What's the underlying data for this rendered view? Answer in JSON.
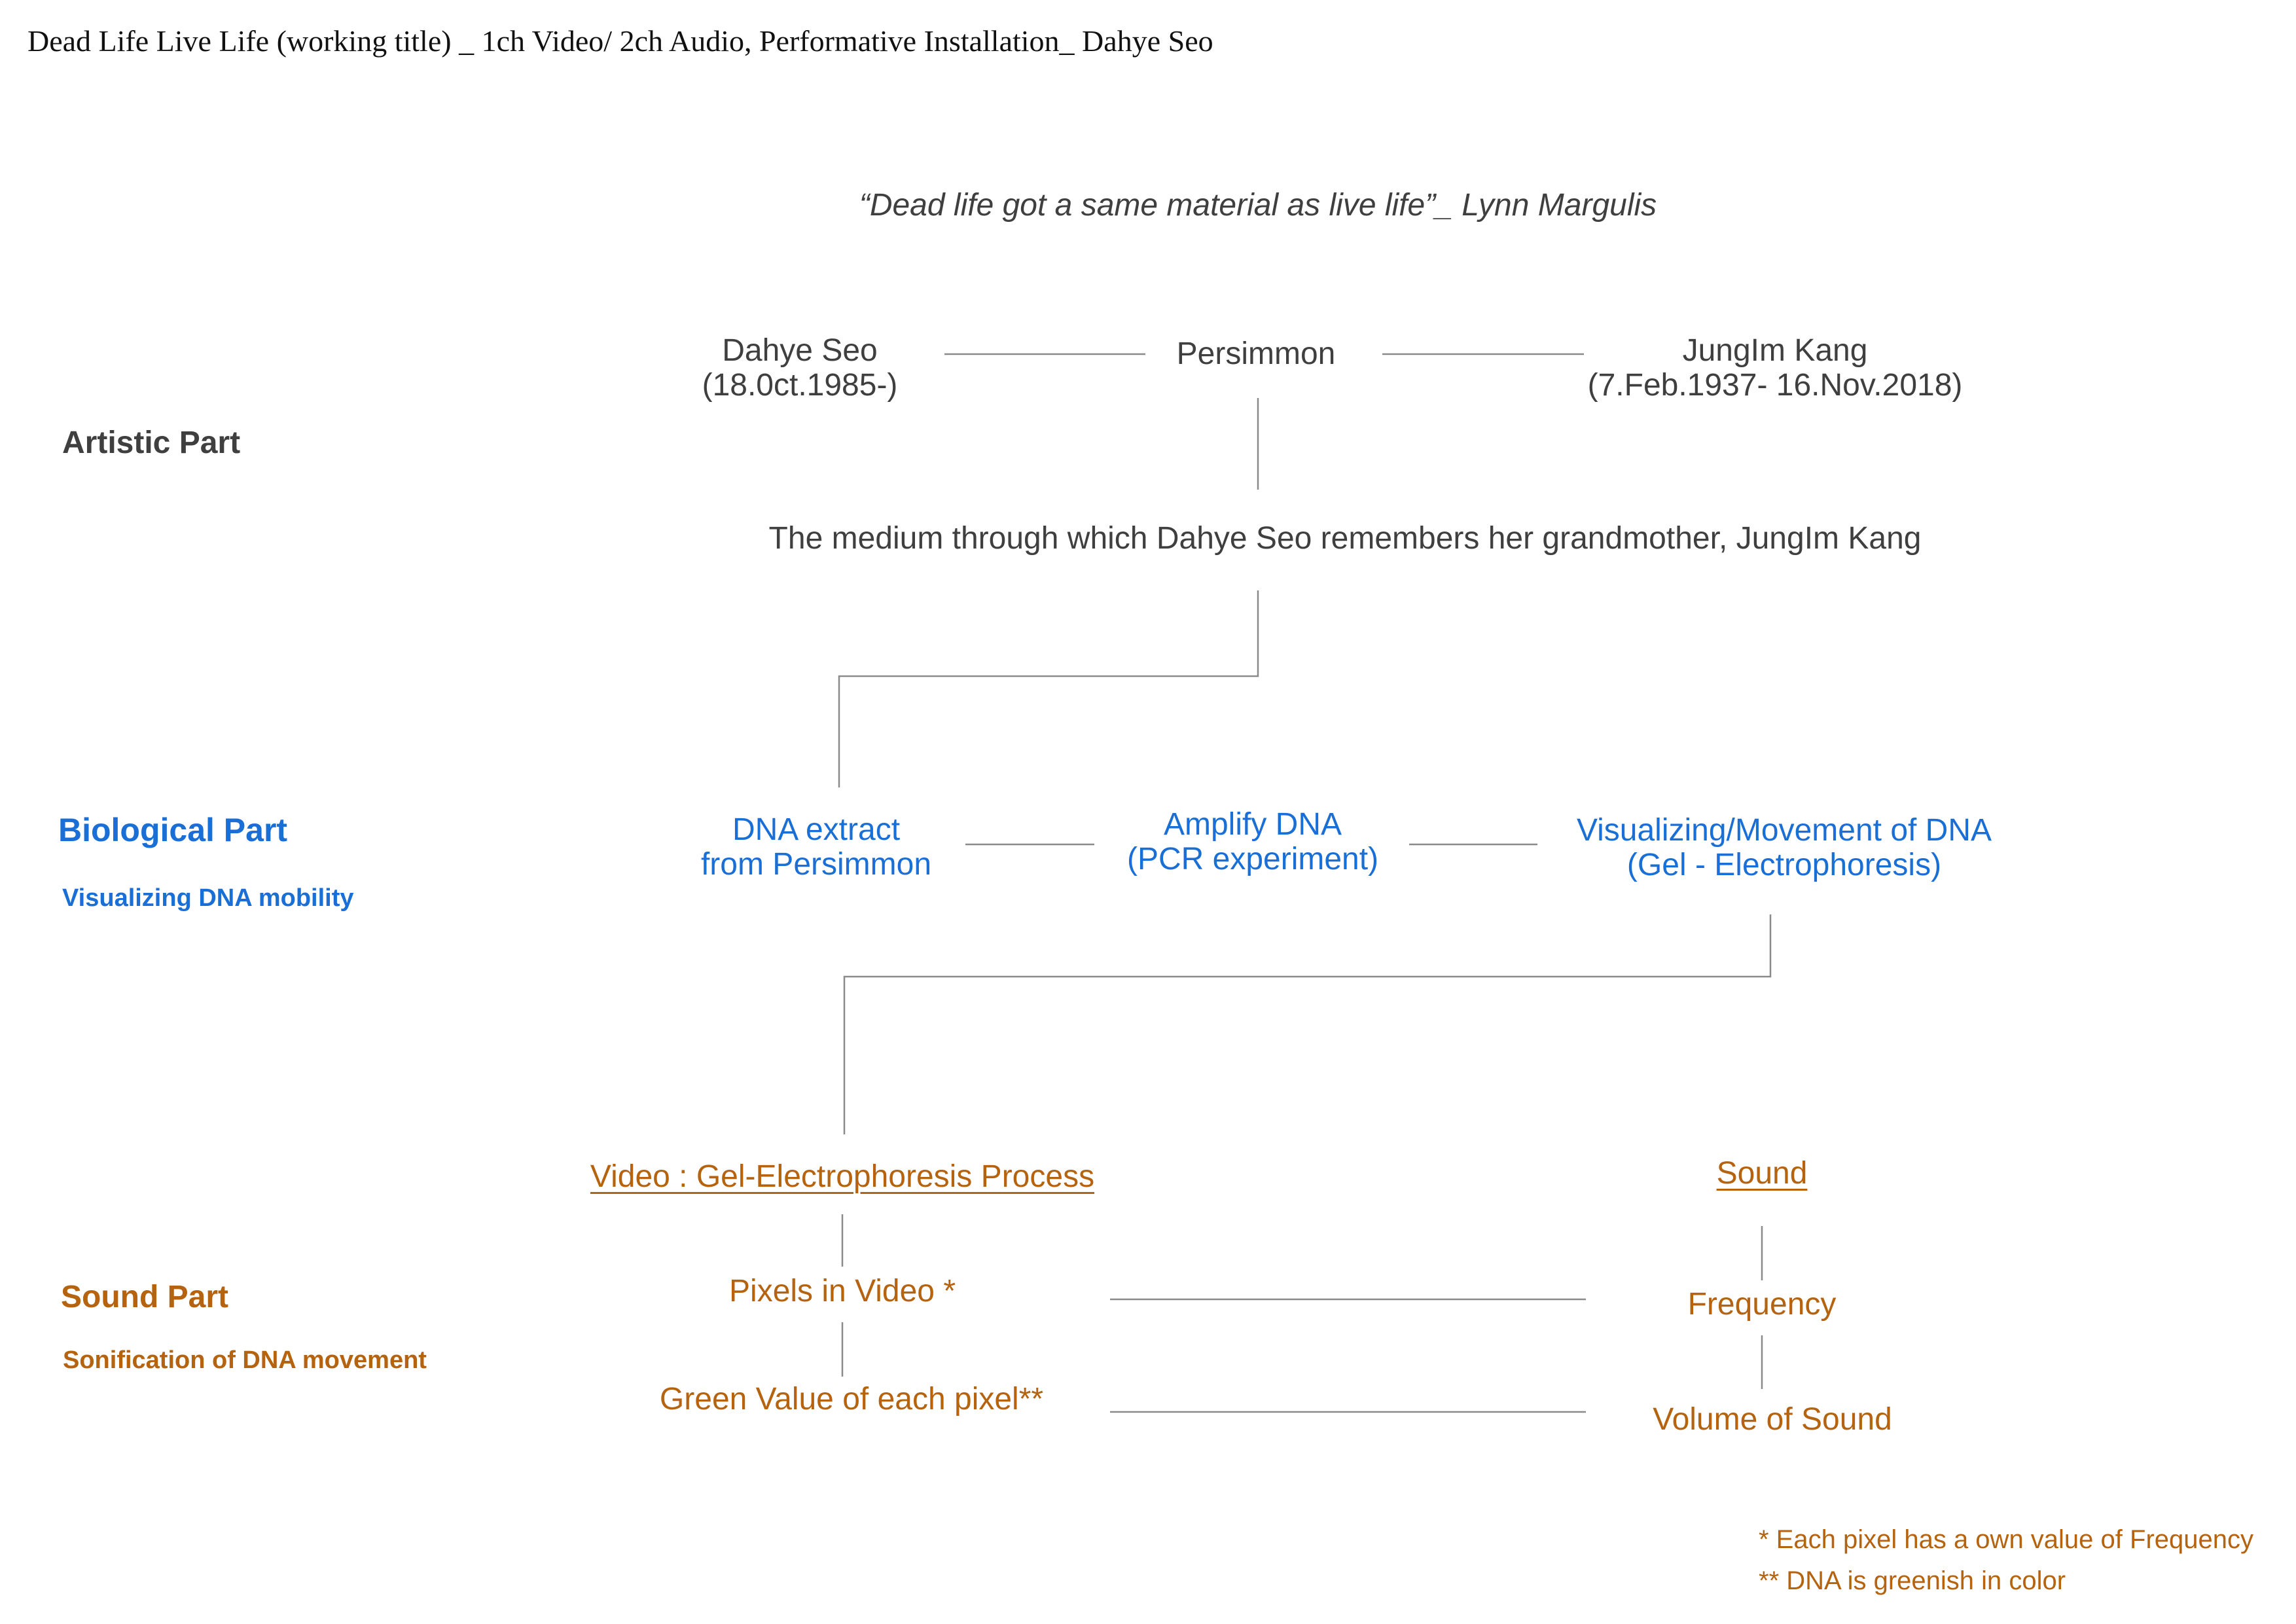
{
  "title": "Dead Life Live Life (working title) _ 1ch Video/ 2ch Audio, Performative Installation_ Dahye Seo",
  "quote": "“Dead life got a same material as live life”_ Lynn Margulis",
  "sections": {
    "artistic": {
      "label": "Artistic Part"
    },
    "biological": {
      "label": "Biological Part",
      "sublabel": "Visualizing DNA mobility"
    },
    "sound": {
      "label": "Sound Part",
      "sublabel": "Sonification of DNA movement"
    }
  },
  "artistic_nodes": {
    "dahye": {
      "name": "Dahye Seo",
      "dates": "(18.0ct.1985-)"
    },
    "persimmon": "Persimmon",
    "jungim": {
      "name": "JungIm Kang",
      "dates": "(7.Feb.1937- 16.Nov.2018)"
    },
    "medium": "The medium through which Dahye Seo remembers  her grandmother, JungIm Kang"
  },
  "biological_nodes": {
    "extract": {
      "line1": "DNA extract",
      "line2": "from Persimmon"
    },
    "amplify": {
      "line1": "Amplify DNA",
      "line2": "(PCR experiment)"
    },
    "visualize": {
      "line1": "Visualizing/Movement of DNA",
      "line2": "(Gel - Electrophoresis)"
    }
  },
  "sound_nodes": {
    "video": "Video :  Gel-Electrophoresis Process",
    "pixels": "Pixels in Video *",
    "green": "Green  Value of each pixel**",
    "sound": "Sound",
    "frequency": "Frequency",
    "volume": "Volume of Sound"
  },
  "footnotes": {
    "note1": "* Each pixel has a own value of Frequency",
    "note2": "** DNA is greenish in color"
  },
  "colors": {
    "artistic": "#3f3f3f",
    "biological": "#1a6fd6",
    "sound": "#b5630f",
    "connector": "#8a8a8a"
  }
}
